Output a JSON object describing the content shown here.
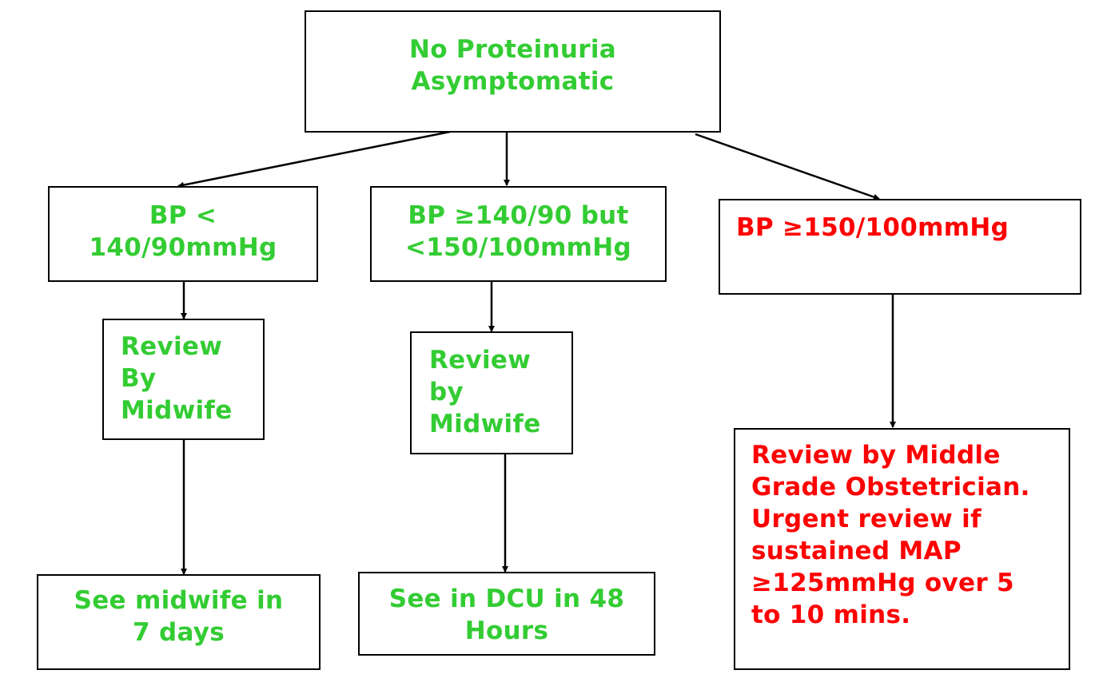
{
  "colors": {
    "normal_text": "#33cc33",
    "urgent_text": "#ff0000",
    "border": "#000000"
  },
  "nodes": {
    "root": {
      "lines": [
        "No Proteinuria",
        "Asymptomatic"
      ]
    },
    "bp_low": {
      "lines": [
        "BP <",
        "140/90mmHg"
      ]
    },
    "bp_mid": {
      "lines": [
        "BP ≥140/90 but",
        "<150/100mmHg"
      ]
    },
    "bp_high": {
      "lines": [
        "BP ≥150/100mmHg"
      ]
    },
    "review_low": {
      "lines": [
        "Review",
        "By",
        "Midwife"
      ]
    },
    "review_mid": {
      "lines": [
        "Review",
        "by",
        "Midwife"
      ]
    },
    "review_high": {
      "lines": [
        "Review by Middle",
        "Grade Obstetrician.",
        "Urgent review if",
        "sustained MAP",
        "≥125mmHg over 5",
        "to 10 mins."
      ]
    },
    "outcome_low": {
      "lines": [
        "See midwife in",
        "7 days"
      ]
    },
    "outcome_mid": {
      "lines": [
        "See in DCU in 48",
        "Hours"
      ]
    }
  }
}
